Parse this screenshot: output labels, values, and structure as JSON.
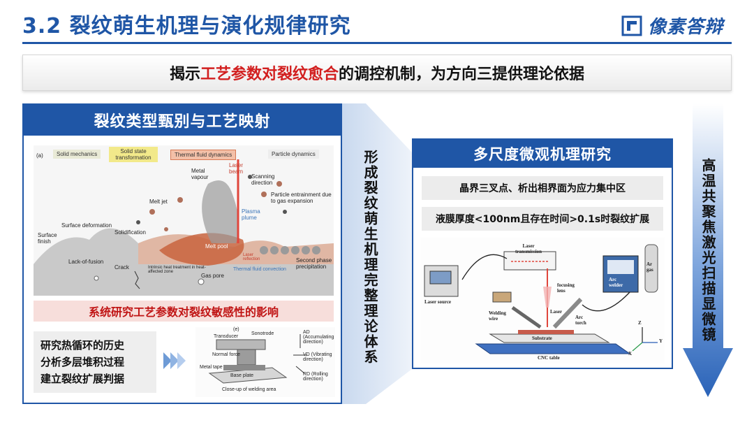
{
  "header": {
    "title": "3.2 裂纹萌生机理与演化规律研究",
    "brand": "像素答辩"
  },
  "banner": {
    "prefix": "揭示",
    "highlight": "工艺参数对裂纹愈合",
    "suffix": "的调控机制，为方向三提供理论依据"
  },
  "left_panel": {
    "title": "裂纹类型甄别与工艺映射",
    "diagram_a": {
      "panel_label": "(a)",
      "tags": [
        "Solid mechanics",
        "Solid state transformation",
        "Thermal fluid dynamics",
        "Particle dynamics"
      ],
      "labels": {
        "laser_beam": "Laser beam",
        "metal_vapour": "Metal vapour",
        "scanning_direction": "Scanning direction",
        "melt_jet": "Melt jet",
        "particle_entrainment": "Particle entrainment due to gas expansion",
        "surface_deformation": "Surface deformation",
        "surface_finish": "Surface finish",
        "solidification": "Solidification",
        "plasma_plume": "Plasma plume",
        "melt_pool": "Melt pool",
        "lack_of_fusion": "Lack-of-fusion",
        "crack": "Crack",
        "intrinsic_heat": "Intrinsic heat treatment in heat-affected zone",
        "gas_pore": "Gas pore",
        "laser_reflection": "Laser reflection",
        "thermal_fluid_convection": "Thermal fluid convection",
        "second_phase": "Second phase precipitation"
      }
    },
    "red_strip": "系统研究工艺参数对裂纹敏感性的影响",
    "list_items": [
      "研究热循环的历史",
      "分析多层堆积过程",
      "建立裂纹扩展判据"
    ],
    "diagram_e": {
      "panel_label": "(e)",
      "labels": {
        "transducer": "Transducer",
        "sonotrode": "Sonotrode",
        "normal_force": "Normal force",
        "metal_tape": "Metal tape",
        "base_plate": "Base plate",
        "close_up": "Close-up of welding area",
        "ad": "AD (Accumulating direction)",
        "vd": "VD (Vibrating direction)",
        "rd": "RD (Rolling direction)"
      }
    }
  },
  "middle_text": "形成裂纹萌生机理完整理论体系",
  "right_panel": {
    "title": "多尺度微观机理研究",
    "item1": "晶界三叉点、析出相界面为应力集中区",
    "item2": "液膜厚度<100nm且存在时间>0.1s时裂纹扩展",
    "diagram": {
      "laser_transmission": "Laser transmission",
      "laser_source": "Laser source",
      "focusing_lens": "focusing lens",
      "welding_wire": "Welding wire",
      "laser": "Laser",
      "arc_torch": "Arc torch",
      "arc_welder": "Arc welder",
      "ar_gas": "Ar gas",
      "substrate": "Substrate",
      "cnc_table": "CNC table",
      "axis_z": "Z",
      "axis_y": "Y",
      "axis_x": "X"
    }
  },
  "right_arrow_text": "高温共聚焦激光扫描显微镜",
  "colors": {
    "primary": "#1f56a6",
    "highlight_red": "#d21f1f",
    "strip_bg": "#f7dedb"
  }
}
